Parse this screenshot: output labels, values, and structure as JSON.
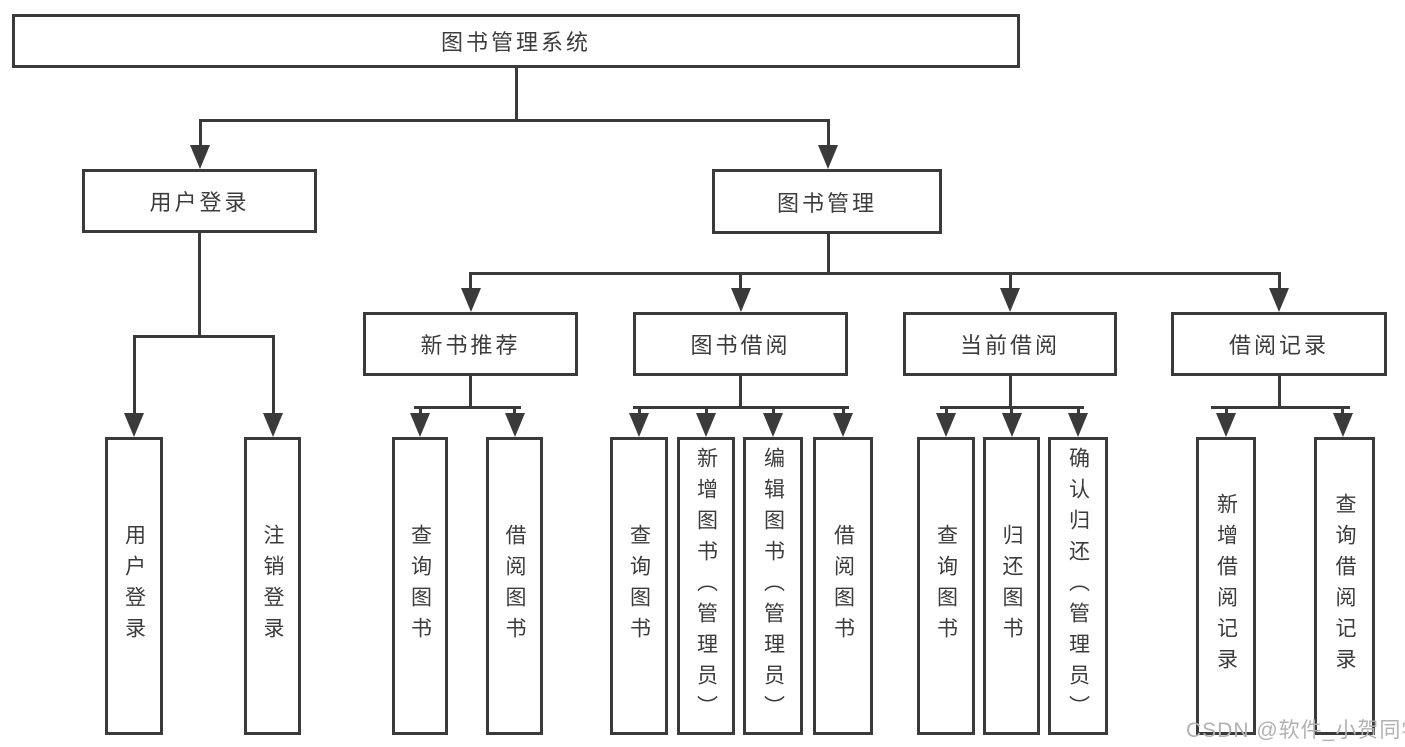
{
  "colors": {
    "line": "#3a3a3a",
    "text": "#3c3c3c",
    "background": "#ffffff",
    "watermark": "#b2b2b2"
  },
  "nodes": {
    "root": "图书管理系统",
    "user_login": "用户登录",
    "book_management": "图书管理",
    "new_book_recommend": "新书推荐",
    "book_borrow": "图书借阅",
    "current_borrow": "当前借阅",
    "borrow_records": "借阅记录",
    "ul_user_login": "用户登录",
    "ul_logout": "注销登录",
    "nb_query_books": "查询图书",
    "nb_borrow_books": "借阅图书",
    "bb_query_books": "查询图书",
    "bb_add_books": "新增图书（管理员）",
    "bb_edit_books": "编辑图书（管理员）",
    "bb_borrow_books": "借阅图书",
    "cb_query_books": "查询图书",
    "cb_return_books": "归还图书",
    "cb_confirm_return": "确认归还（管理员）",
    "br_add_record": "新增借阅记录",
    "br_query_record": "查询借阅记录"
  },
  "watermark": {
    "text": "CSDN @软件_小贺同学"
  }
}
